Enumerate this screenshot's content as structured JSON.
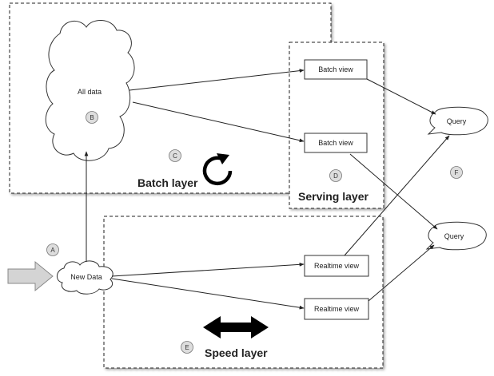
{
  "layers": {
    "batch": "Batch layer",
    "serving": "Serving layer",
    "speed": "Speed layer"
  },
  "nodes": {
    "all_data": "All data",
    "new_data": "New Data",
    "batch_view_1": "Batch view",
    "batch_view_2": "Batch view",
    "realtime_view_1": "Realtime view",
    "realtime_view_2": "Realtime view",
    "query_1": "Query",
    "query_2": "Query"
  },
  "markers": {
    "a": "A",
    "b": "B",
    "c": "C",
    "d": "D",
    "e": "E",
    "f": "F"
  },
  "colors": {
    "input_arrow_fill": "#d4d4d4",
    "marker_fill": "#dddddd",
    "line": "#222222"
  }
}
